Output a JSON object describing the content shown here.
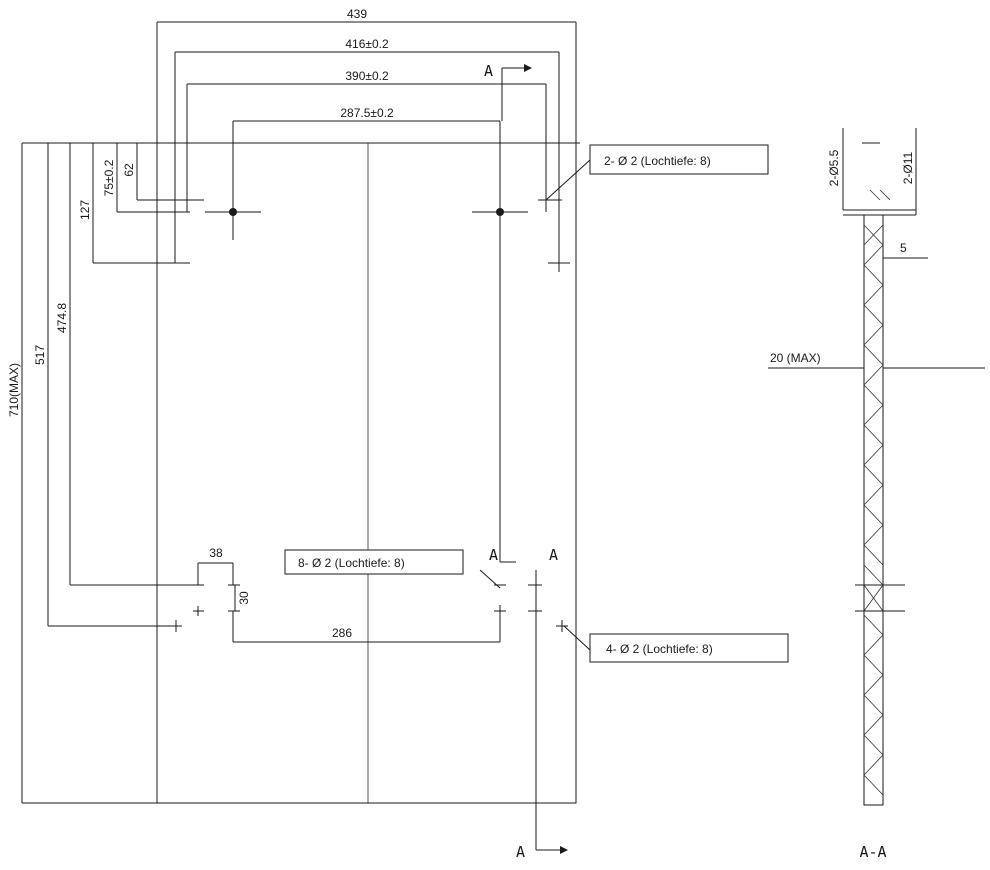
{
  "dims": {
    "w439": "439",
    "w416": "416±0.2",
    "w390": "390±0.2",
    "w287": "287.5±0.2",
    "h75": "75±0.2",
    "h62": "62",
    "h127": "127",
    "h474": "474.8",
    "h517": "517",
    "h710": "710(MAX)",
    "w38": "38",
    "h30": "30",
    "w286": "286"
  },
  "callouts": {
    "top_right": "2- Ø 2 (Lochtiefe: 8)",
    "middle": "8- Ø 2 (Lochtiefe: 8)",
    "lower_right": "4- Ø 2 (Lochtiefe: 8)"
  },
  "section": {
    "marker": "A",
    "title": "A-A",
    "d55": "2-Ø5.5",
    "d11": "2-Ø11",
    "five": "5",
    "max20": "20 (MAX)"
  }
}
